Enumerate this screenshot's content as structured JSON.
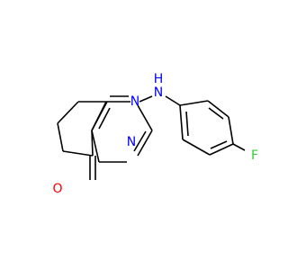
{
  "molecule": {
    "atoms": {
      "n1": {
        "label": "N",
        "color": "#0000ff"
      },
      "n3": {
        "label": "N",
        "color": "#0000ff"
      },
      "nh_n": {
        "label": "N",
        "color": "#0000ff"
      },
      "nh_h": {
        "label": "H",
        "color": "#0000ff"
      },
      "o": {
        "label": "O",
        "color": "#ff0000"
      },
      "f": {
        "label": "F",
        "color": "#33cc33"
      }
    },
    "bond_color": "#000000"
  }
}
